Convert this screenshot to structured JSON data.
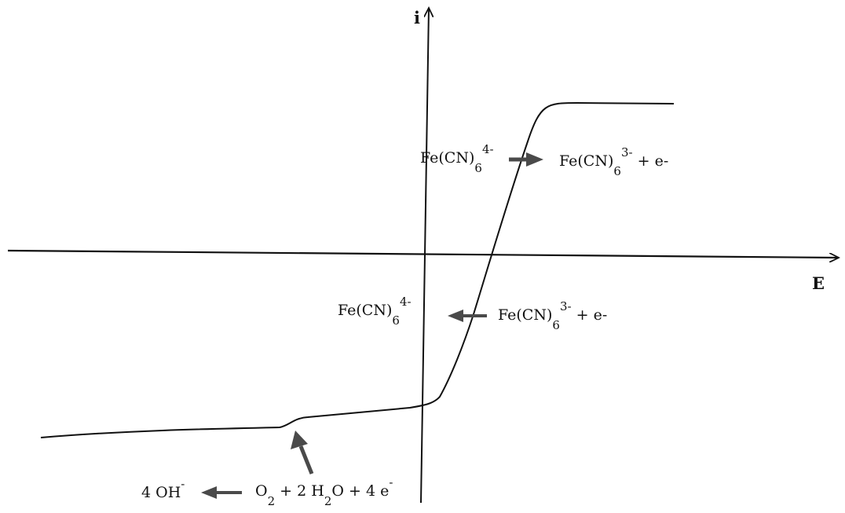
{
  "axes": {
    "y_label": "i",
    "x_label": "E"
  },
  "labels": {
    "anodic_reactant": {
      "species": "Fe(CN)",
      "subscript": "6",
      "superscript": "4-"
    },
    "anodic_product": {
      "species": "Fe(CN)",
      "subscript": "6",
      "superscript": "3-",
      "tail": "+ e-"
    },
    "cathodic_product": {
      "species": "Fe(CN)",
      "subscript": "6",
      "superscript": "4-"
    },
    "cathodic_reactant": {
      "species": "Fe(CN)",
      "subscript": "6",
      "superscript": "3-",
      "tail": "+ e-"
    },
    "oxygen_product": {
      "text": "4 OH",
      "superscript": "-"
    },
    "oxygen_reactant": {
      "o_text": "O",
      "o_sub": "2",
      "water_text": "+ 2 H",
      "water_sub": "2",
      "water_tail": "O + 4 e",
      "electron_sup": "-"
    }
  },
  "colors": {
    "ink": "#111111",
    "arrow": "#4a4a4a",
    "background": "#ffffff"
  }
}
